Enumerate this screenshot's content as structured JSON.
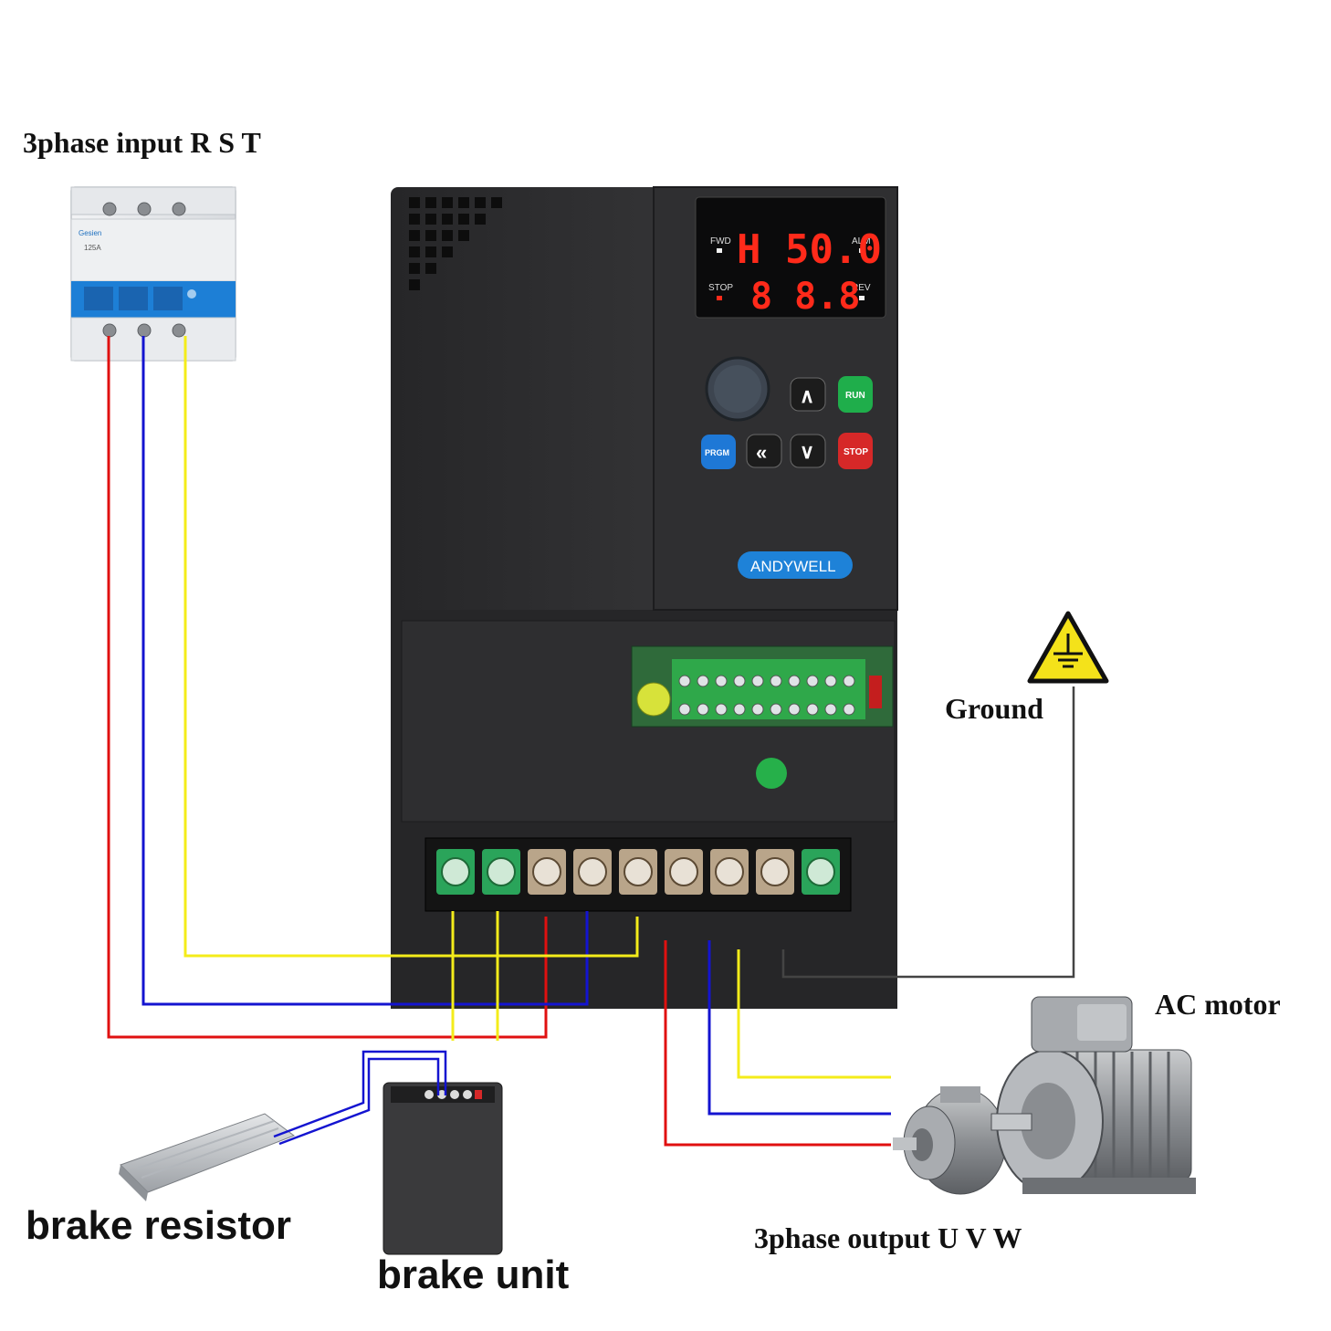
{
  "labels": {
    "input": "3phase input R S T",
    "ground": "Ground",
    "motor": "AC motor",
    "output": "3phase output U V W",
    "brake_resistor": "brake resistor",
    "brake_unit": "brake unit"
  },
  "vfd": {
    "brand": "ANDYWELL",
    "display_top": "H 50.0",
    "display_bottom": "8 8.8",
    "ind_fwd": "FWD",
    "ind_alm": "ALM",
    "ind_stop": "STOP",
    "ind_rev": "REV",
    "key_run": "RUN",
    "key_prgm": "PRGM",
    "key_stop": "STOP",
    "key_up": "∧",
    "key_down": "∨",
    "key_shift": "«"
  },
  "breaker": {
    "brand": "Gesien",
    "rating": "125A"
  },
  "colors": {
    "phase_r": "#e01010",
    "phase_s": "#1414d0",
    "phase_t": "#f4ec1a",
    "ground_wire": "#444444",
    "vfd_body": "#2b2b2d",
    "led": "#ff2a1a",
    "run_key": "#1fae4b",
    "stop_key": "#d62828",
    "prgm_key": "#1e78d6"
  }
}
